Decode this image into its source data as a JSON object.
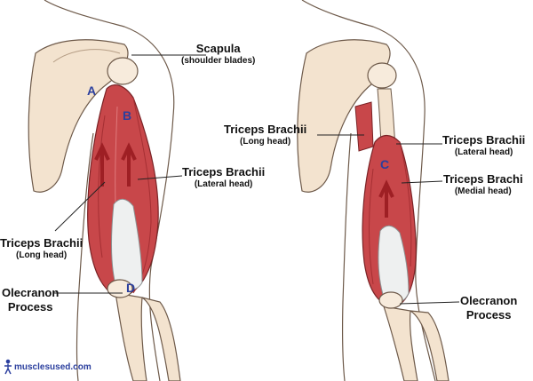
{
  "labels": {
    "scapula": {
      "title": "Scapula",
      "sub": "(shoulder blades)"
    },
    "left_lateral": {
      "title": "Triceps Brachii",
      "sub": "(Lateral head)"
    },
    "left_long": {
      "title": "Triceps Brachii",
      "sub": "(Long head)"
    },
    "left_olecranon": {
      "title": "Olecranon",
      "sub": "Process"
    },
    "right_long": {
      "title": "Triceps Brachii",
      "sub": "(Long head)"
    },
    "right_lateral": {
      "title": "Triceps Brachii",
      "sub": "(Lateral head)"
    },
    "right_medial": {
      "title": "Triceps Brachi",
      "sub": "(Medial head)"
    },
    "right_olecranon": {
      "title": "Olecranon",
      "sub": "Process"
    }
  },
  "markers": {
    "a": "A",
    "b": "B",
    "c": "C",
    "d": "D"
  },
  "watermark": "musclesused.com",
  "colors": {
    "muscle": "#c8474a",
    "muscle_dark": "#a52f33",
    "bone": "#f3e3cf",
    "tendon": "#eef0f0",
    "marker": "#2b3f9e",
    "outline": "#6e5a4a"
  }
}
